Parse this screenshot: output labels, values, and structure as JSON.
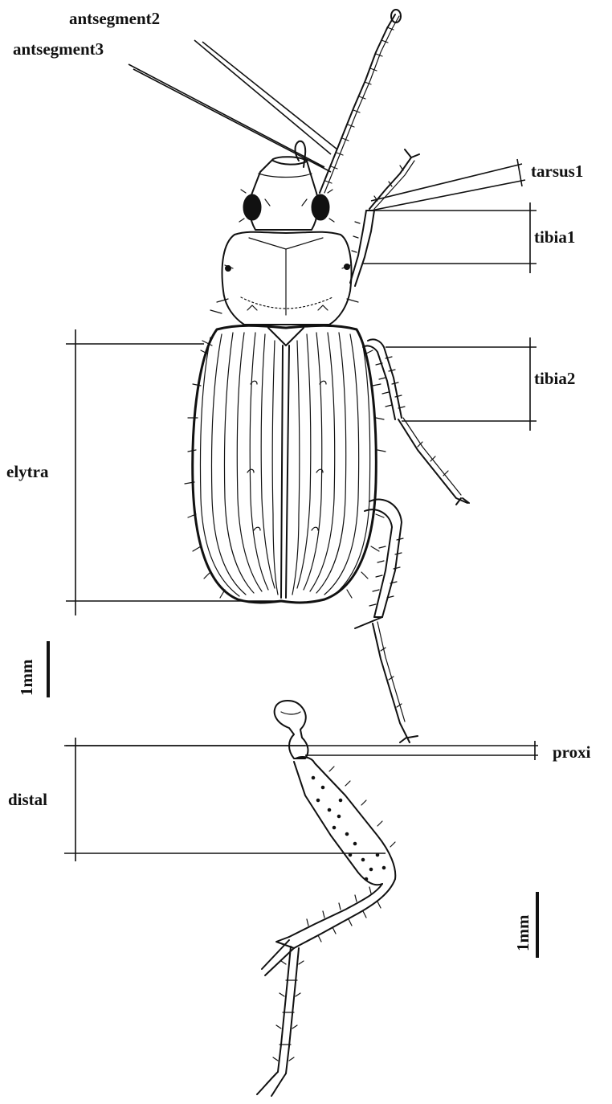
{
  "figure": {
    "labels": {
      "antsegment2": "antsegment2",
      "antsegment3": "antsegment3",
      "tarsus1": "tarsus1",
      "tibia1": "tibia1",
      "tibia2": "tibia2",
      "elytra": "elytra",
      "scale_top": "1mm",
      "proxi": "proxi",
      "distal": "distal",
      "scale_bottom": "1mm"
    }
  }
}
